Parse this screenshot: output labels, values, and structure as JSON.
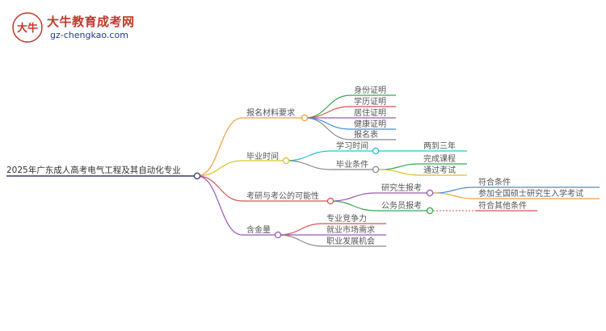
{
  "logo": {
    "glyph": "大牛",
    "brand": "大牛教育成考网",
    "site": "gz-chengkao.com"
  },
  "colors": {
    "root": "#2c3e6b",
    "b1": "#f0a040",
    "b2": "#d4c428",
    "b3": "#d9534f",
    "b4": "#9b59b6",
    "materials": [
      "#3aa555",
      "#d9534f",
      "#9b59b6",
      "#3a8fd9",
      "#888888"
    ],
    "study": "#2bc0d4",
    "grad": "#888888",
    "grad_children": [
      "#3aa555",
      "#d4c428"
    ],
    "grad_exam": "#9b59b6",
    "grad_exam_children": [
      "#3a8fd9",
      "#f0a040"
    ],
    "civil": "#3aa555",
    "civil_child": "#d9534f",
    "value_children": [
      "#d9534f",
      "#9b59b6",
      "#888888"
    ]
  },
  "mindmap": {
    "root": "2025年广东成人高考电气工程及其自动化专业",
    "branches": {
      "materials": {
        "label": "报名材料要求",
        "children": [
          "身份证明",
          "学历证明",
          "居住证明",
          "健康证明",
          "报名表"
        ]
      },
      "time": {
        "label": "毕业时间",
        "study": {
          "label": "学习时间",
          "child": "两到三年"
        },
        "conditions": {
          "label": "毕业条件",
          "children": [
            "完成课程",
            "通过考试"
          ]
        }
      },
      "exams": {
        "label": "考研与考公的可能性",
        "grad": {
          "label": "研究生报考",
          "children": [
            "符合条件",
            "参加全国硕士研究生入学考试"
          ]
        },
        "civil": {
          "label": "公务员报考",
          "child": "符合其他条件"
        }
      },
      "value": {
        "label": "含金量",
        "children": [
          "专业竞争力",
          "就业市场需求",
          "职业发展机会"
        ]
      }
    }
  }
}
